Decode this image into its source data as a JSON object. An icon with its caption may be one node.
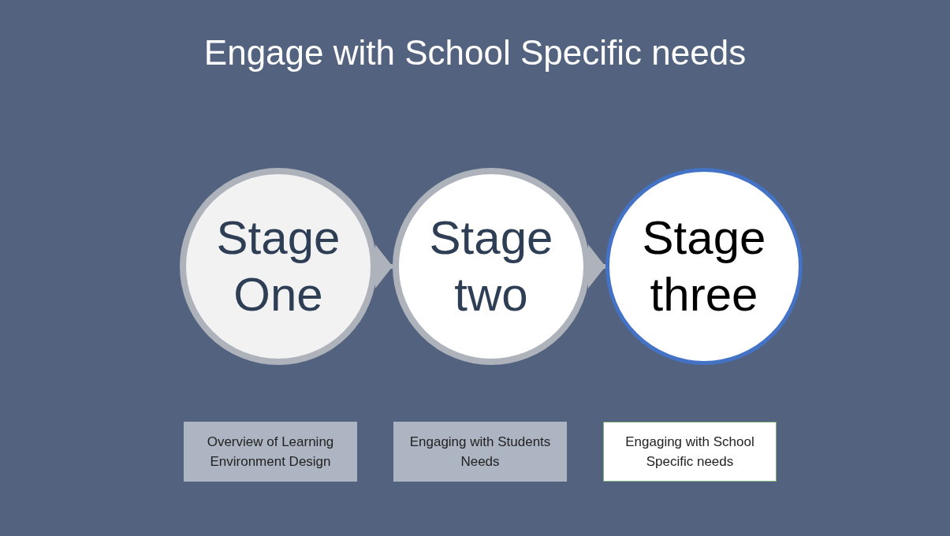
{
  "diagram": {
    "title": "Engage with School Specific needs",
    "nodes": [
      {
        "text": [
          "Stage One"
        ]
      },
      {
        "text": [
          "Stage two"
        ]
      },
      {
        "text": [
          "Stage three"
        ]
      },
      {
        "text": [
          "Overview of Learning Environment Design"
        ]
      },
      {
        "text": [
          "Engaging with Students Needs"
        ]
      },
      {
        "text": [
          "Engaging with School Specific needs"
        ]
      }
    ],
    "edges": [
      {
        "from": 0,
        "to": 1,
        "arrow": "to"
      },
      {
        "from": 1,
        "to": 2,
        "arrow": "to"
      }
    ]
  }
}
